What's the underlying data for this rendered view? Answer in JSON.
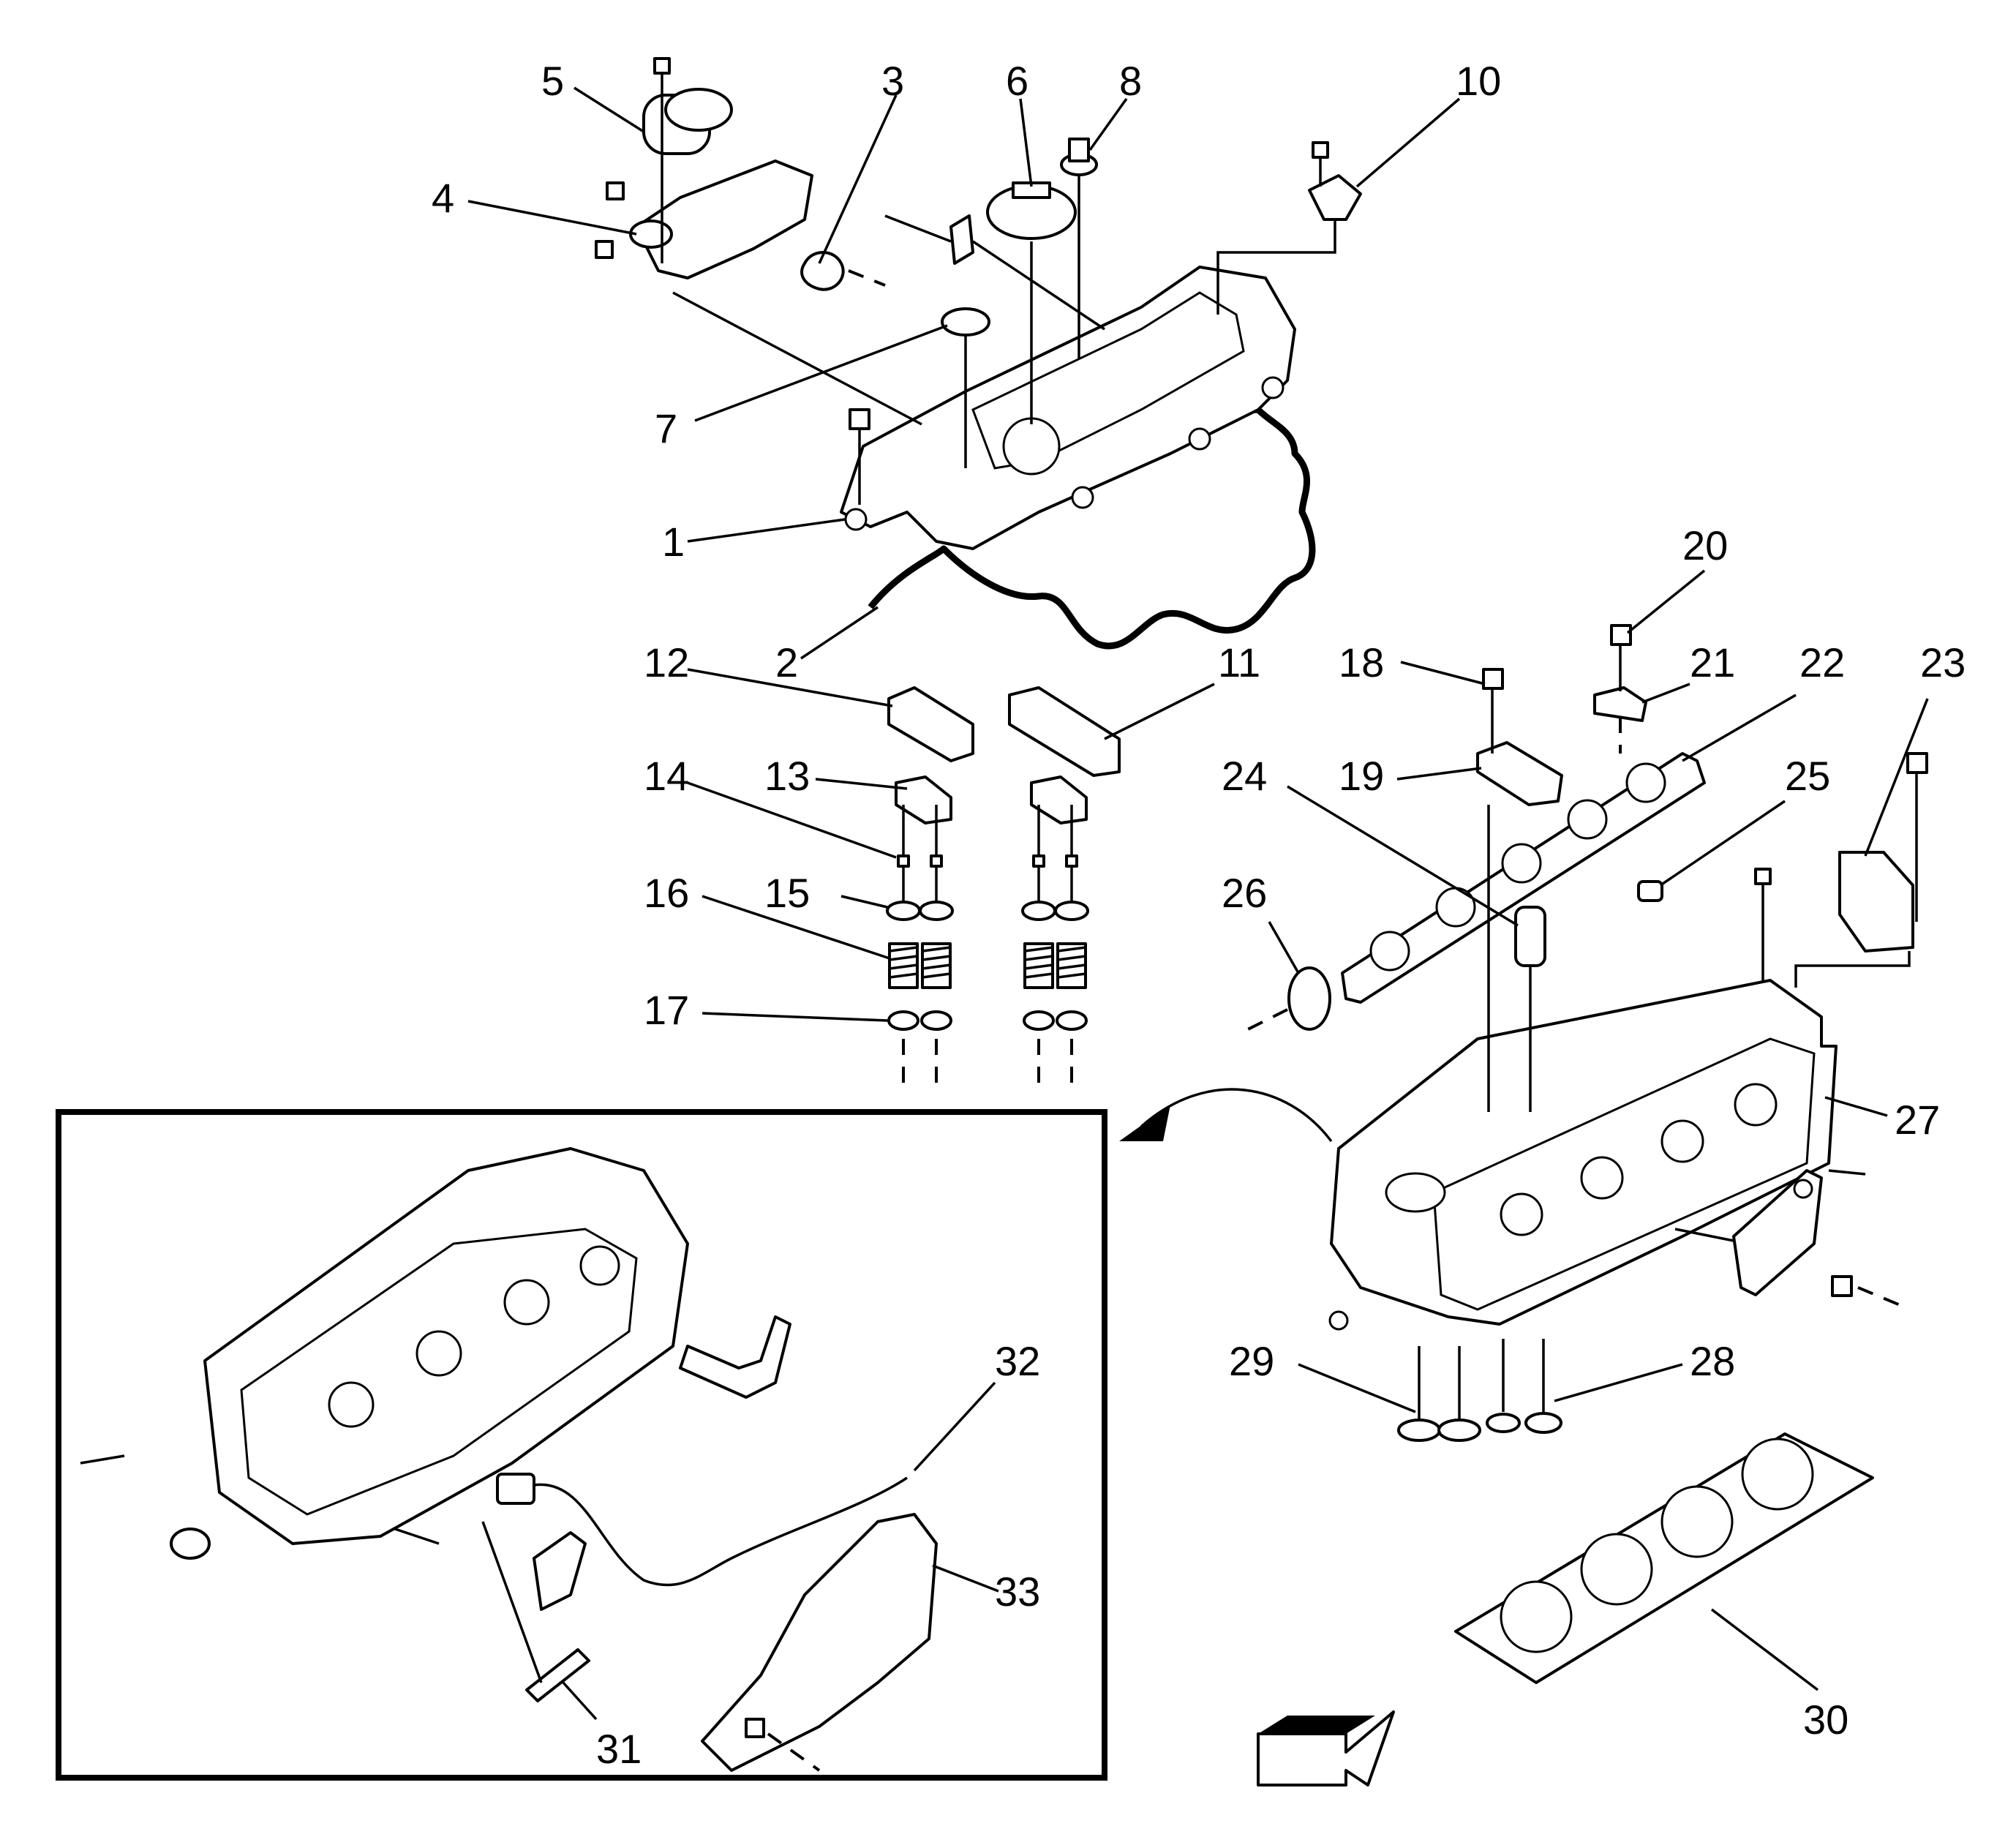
{
  "diagram": {
    "callouts": [
      {
        "id": "c1",
        "text": "1"
      },
      {
        "id": "c2",
        "text": "2"
      },
      {
        "id": "c3",
        "text": "3"
      },
      {
        "id": "c4",
        "text": "4"
      },
      {
        "id": "c5",
        "text": "5"
      },
      {
        "id": "c6",
        "text": "6"
      },
      {
        "id": "c7",
        "text": "7"
      },
      {
        "id": "c8",
        "text": "8"
      },
      {
        "id": "c10",
        "text": "10"
      },
      {
        "id": "c11",
        "text": "11"
      },
      {
        "id": "c12",
        "text": "12"
      },
      {
        "id": "c13",
        "text": "13"
      },
      {
        "id": "c14",
        "text": "14"
      },
      {
        "id": "c15",
        "text": "15"
      },
      {
        "id": "c16",
        "text": "16"
      },
      {
        "id": "c17",
        "text": "17"
      },
      {
        "id": "c18",
        "text": "18"
      },
      {
        "id": "c19",
        "text": "19"
      },
      {
        "id": "c20",
        "text": "20"
      },
      {
        "id": "c21",
        "text": "21"
      },
      {
        "id": "c22",
        "text": "22"
      },
      {
        "id": "c23",
        "text": "23"
      },
      {
        "id": "c24",
        "text": "24"
      },
      {
        "id": "c25",
        "text": "25"
      },
      {
        "id": "c26",
        "text": "26"
      },
      {
        "id": "c27",
        "text": "27"
      },
      {
        "id": "c28",
        "text": "28"
      },
      {
        "id": "c29",
        "text": "29"
      },
      {
        "id": "c30",
        "text": "30"
      },
      {
        "id": "c31",
        "text": "31"
      },
      {
        "id": "c32",
        "text": "32"
      },
      {
        "id": "c33",
        "text": "33"
      }
    ]
  }
}
